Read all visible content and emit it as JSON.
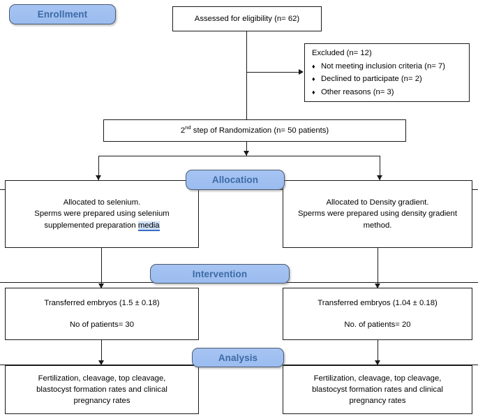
{
  "diagram": {
    "type": "consort-flow-diagram",
    "colors": {
      "banner_fill": "#a6c4f2",
      "banner_text": "#3d6aa5",
      "banner_border": "#4a5a70",
      "box_border": "#1a1a1a",
      "background": "#ffffff",
      "spellcheck_highlight": "#cfe0f7"
    },
    "stages": {
      "enrollment": "Enrollment",
      "allocation": "Allocation",
      "intervention": "Intervention",
      "analysis": "Analysis"
    },
    "assessed": "Assessed for eligibility (n= 62)",
    "excluded": {
      "title": "Excluded (n= 12)",
      "bullet_glyph": "♦",
      "reasons": [
        "Not meeting inclusion criteria (n= 7)",
        "Declined to participate (n= 2)",
        "Other reasons (n= 3)"
      ]
    },
    "randomization": {
      "prefix": "2",
      "ordinal": "nd",
      "suffix": " step of Randomization (n= 50 patients)"
    },
    "allocation_left": {
      "line1": "Allocated to selenium.",
      "line2": "Sperms were prepared using selenium",
      "line3_before": "supplemented preparation ",
      "line3_marked": "media"
    },
    "allocation_right": {
      "line1": "Allocated to Density gradient.",
      "line2": "Sperms were prepared using density gradient",
      "line3": "method."
    },
    "intervention_left": {
      "line1": "Transferred embryos (1.5 ± 0.18)",
      "line2": "No of patients= 30"
    },
    "intervention_right": {
      "line1": "Transferred embryos (1.04 ± 0.18)",
      "line2": "No. of patients= 20"
    },
    "analysis_left": {
      "line1": "Fertilization, cleavage, top cleavage,",
      "line2": "blastocyst formation rates and clinical",
      "line3": "pregnancy rates"
    },
    "analysis_right": {
      "line1": "Fertilization, cleavage, top cleavage,",
      "line2": "blastocyst formation rates and clinical",
      "line3": "pregnancy rates"
    }
  }
}
